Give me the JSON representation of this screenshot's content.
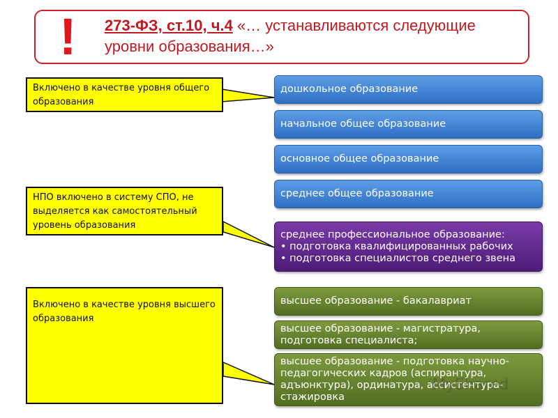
{
  "header": {
    "exclamation": "!",
    "reference": "273-ФЗ, ст.10, ч.4",
    "quote": " «… устанавливаются следующие уровни образования…»"
  },
  "callouts": [
    "Включено в качестве уровня общего образования",
    "НПО включено в систему СПО, не выделяется как самостоятельный уровень образования",
    "Включено в качестве уровня высшего образования"
  ],
  "levels": {
    "general": [
      "дошкольное образование",
      "начальное общее образование",
      "основное общее образование",
      "среднее общее образование"
    ],
    "professional": {
      "title": "среднее профессиональное образование:",
      "items": [
        "• подготовка квалифицированных рабочих",
        "• подготовка специалистов среднего звена"
      ]
    },
    "higher": [
      "высшее образование - бакалавриат",
      "высшее образование - магистратура, подготовка специалиста;",
      "высшее образование - подготовка научно-педагогических кадров (аспирантура, адъюнктура), ординатура, ассистентура-стажировка"
    ]
  },
  "colors": {
    "red": "#d0202a",
    "yellow": "#ffff00",
    "blue": "#3b7fd4",
    "purple": "#5e2a8c",
    "green": "#647f2e"
  },
  "watermark": "MyShared"
}
